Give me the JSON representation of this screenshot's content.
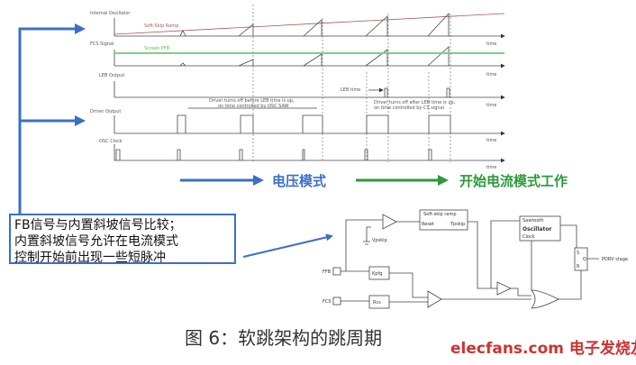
{
  "timing": {
    "osc_label": "Internal Oscillator",
    "ramp_label": "Soft-Skip Ramp",
    "fcs_label": "FCS Signal",
    "pfb_label": "Screen PFB",
    "leb_label": "LEB Output",
    "leb_time": "LEB time",
    "driver_label": "Driver Output",
    "note1_a": "Driver turns off before LEB time is up,",
    "note1_b": "on time controlled by OSC SAW",
    "note2_a": "Driver turns off after LEB time is up,",
    "note2_b": "on time controlled by CS signal",
    "clock_label": "OSC Clock",
    "time": "time"
  },
  "modes": {
    "voltage": "电压模式",
    "current": "开始电流模式工作"
  },
  "callout": {
    "line1": "FB信号与内置斜坡信号比较；",
    "line2": "内置斜坡信号允许在电流模式",
    "line3": "控制开始前出现一些短脉冲"
  },
  "circuit": {
    "ramp_title": "Soft-skip ramp",
    "reset": "Reset",
    "tpskip": "Tpskip",
    "vpskip": "Vpskip",
    "ffb": "FFB",
    "fcs": "FCS",
    "kfb": "Kpfg",
    "rcs": "Rcs",
    "saw": "Sawtooth",
    "osc": "Oscillator",
    "clock": "Clock",
    "s": "S",
    "q": "Q",
    "r": "R",
    "out": "PDRV stage"
  },
  "caption": "图 6：软跳架构的跳周期",
  "watermark": "elecfans.com 电子发烧友",
  "colors": {
    "blue": "#3a6fc8",
    "green": "#2a9a3a",
    "pfb": "#7fd07f"
  }
}
